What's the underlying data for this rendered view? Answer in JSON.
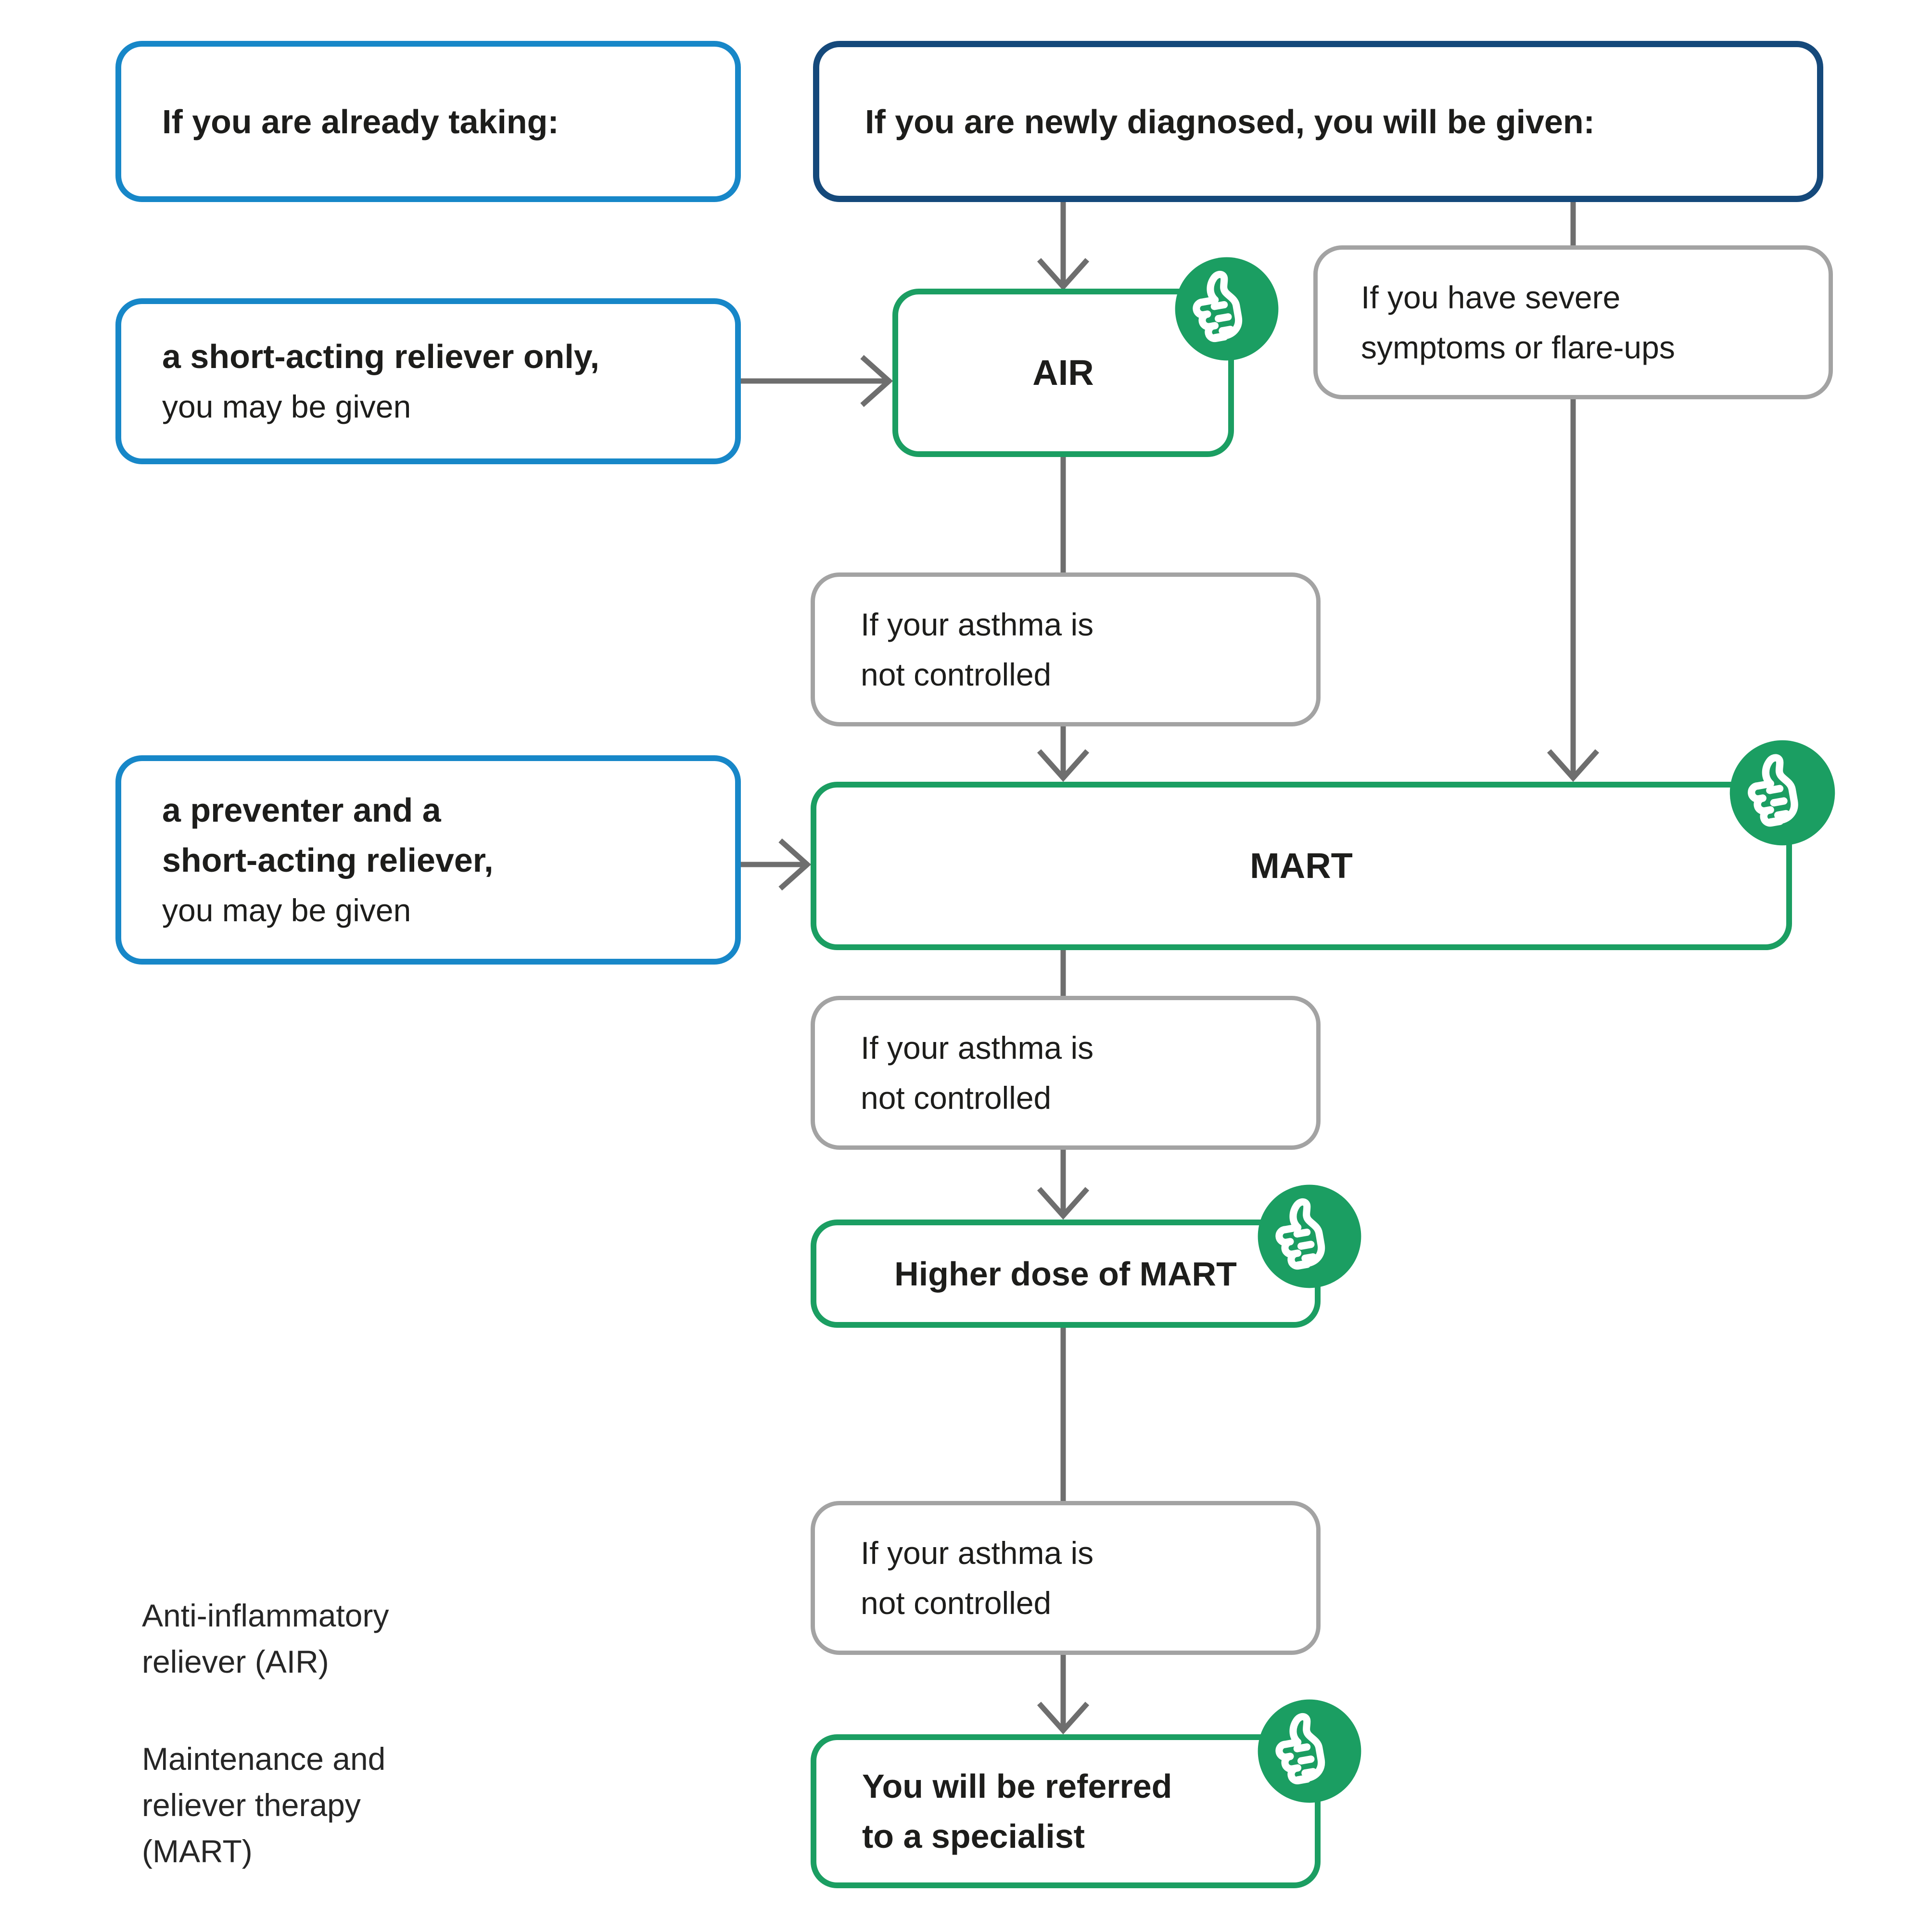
{
  "colors": {
    "blue": "#1787c8",
    "navy": "#15497b",
    "green": "#1b9e62",
    "gray": "#a3a3a3",
    "arrow": "#6e6e6e",
    "text": "#1d1d1b"
  },
  "boxes": {
    "already_taking": {
      "title": "If you are already taking:"
    },
    "newly_diagnosed": {
      "title": "If you are newly diagnosed, you will be given:"
    },
    "short_acting": {
      "bold": "a short-acting reliever only,",
      "rest": "you may be given"
    },
    "air": {
      "label": "AIR"
    },
    "severe": {
      "line1": "If you have severe",
      "line2": "symptoms or flare-ups"
    },
    "not_controlled": {
      "line1": "If your asthma is",
      "line2": "not controlled"
    },
    "preventer": {
      "bold1": "a preventer and a",
      "bold2": "short-acting reliever,",
      "rest": "you may be given"
    },
    "mart": {
      "label": "MART"
    },
    "higher_dose": {
      "label": "Higher dose of MART"
    },
    "specialist": {
      "line1": "You will be referred",
      "line2": "to a specialist"
    }
  },
  "legend": {
    "air_line1": "Anti-inflammatory",
    "air_line2": "reliever (AIR)",
    "mart_line1": "Maintenance and",
    "mart_line2": "reliever therapy",
    "mart_line3": "(MART)"
  },
  "icon": {
    "name": "thumbs-up"
  }
}
